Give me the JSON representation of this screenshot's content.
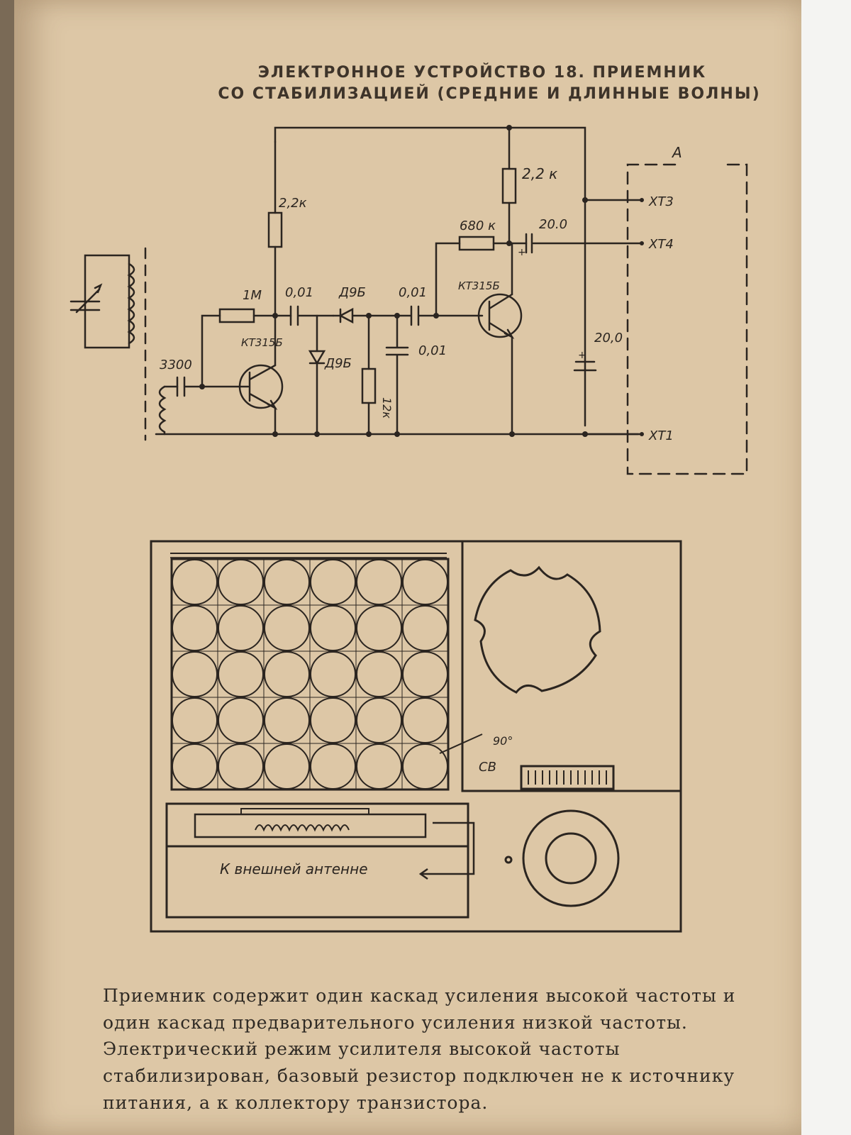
{
  "header": {
    "line1": "ЭЛЕКТРОННОЕ УСТРОЙСТВО 18. ПРИЕМНИК",
    "line2": "СО СТАБИЛИЗАЦИЕЙ (СРЕДНИЕ И ДЛИННЫЕ ВОЛНЫ)"
  },
  "schematic": {
    "block_label": "А",
    "r_collector_1": "2,2к",
    "r_collector_2": "2,2 к",
    "r_base_1": "1М",
    "r_base_2": "680 к",
    "r_load": "12к",
    "c_input": "3300",
    "c_coupling_1": "0,01",
    "c_coupling_2": "0,01",
    "c_filter": "0,01",
    "c_output": "20.0",
    "c_supply": "20,0",
    "diode_1": "Д9Б",
    "diode_2": "Д9Б",
    "transistor_1": "КТ315Б",
    "transistor_2": "КТ315Б",
    "terminal_1": "ХТ1",
    "terminal_3": "ХТ3",
    "terminal_4": "ХТ4"
  },
  "layout": {
    "angle_label": "90°",
    "band_label": "СВ",
    "antenna_label": "К внешней антенне"
  },
  "text": {
    "paragraph_1": "Приемник содержит один каскад усиления высокой частоты и один каскад предварительного усиления низкой частоты.",
    "paragraph_2": "Электрический режим усилителя высокой частоты стабилизирован, базовый резистор подключен не к источнику питания, а к коллектору транзистора."
  },
  "colors": {
    "paper": "#ddc7a6",
    "ink": "#2b2520"
  }
}
